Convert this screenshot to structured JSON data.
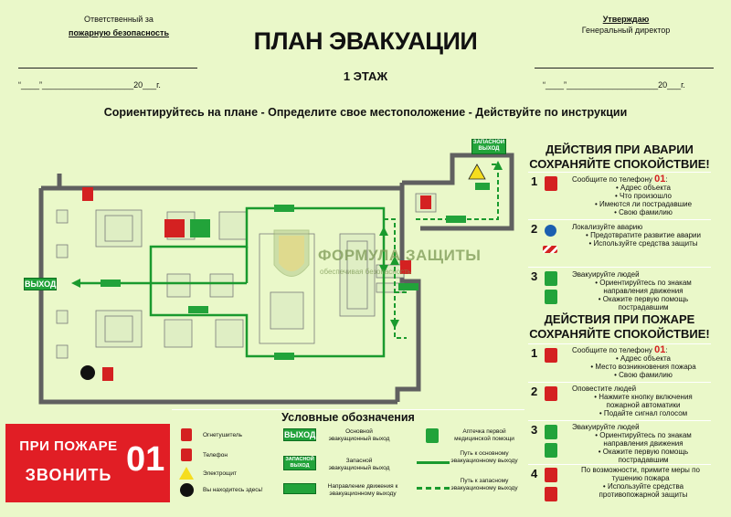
{
  "header": {
    "left_title_1": "Ответственный за",
    "left_title_2": "пожарную безопасность",
    "right_title_1": "Утверждаю",
    "right_title_2": "Генеральный директор",
    "date_line": "“____”____________________20___г.",
    "main_title": "ПЛАН ЭВАКУАЦИИ",
    "floor": "1 ЭТАЖ",
    "instructions": "Сориентируйтесь на плане  -  Определите свое местоположение  -  Действуйте по инструкции"
  },
  "plan": {
    "exit_main": "ВЫХОД",
    "exit_spare": "ЗАПАСНОЙ ВЫХОД",
    "watermark_name": "ФОРМУЛА ЗАЩИТЫ",
    "watermark_sub": "обеспечивая безопасность"
  },
  "legend": {
    "title": "Условные обозначения",
    "extinguisher": "Огнетушитель",
    "phone": "Телефон",
    "electric": "Электрощит",
    "you_are_here": "Вы находитесь здесь!",
    "main_exit_box": "ВЫХОД",
    "main_exit": "Основной эвакуационный выход",
    "spare_exit_box": "ЗАПАСНОЙ ВЫХОД",
    "spare_exit": "Запасной эвакуационный выход",
    "direction": "Направление движения к эвакуационному выходу",
    "first_aid": "Аптечка первой медицинской помощи",
    "path_main": "Путь к основному эвакуационному выходу",
    "path_spare": "Путь к запасному эвакуационному выходу"
  },
  "fire_call": {
    "line1": "ПРИ ПОЖАРЕ",
    "line2": "ЗВОНИТЬ",
    "number": "01"
  },
  "accident": {
    "title1": "ДЕЙСТВИЯ ПРИ АВАРИИ",
    "title2": "СОХРАНЯЙТЕ СПОКОЙСТВИЕ!",
    "steps": [
      {
        "n": "1",
        "lead": "Сообщите по телефону",
        "num": "01",
        "items": [
          "Адрес объекта",
          "Что произошло",
          "Имеются ли пострадавшие",
          "Свою фамилию"
        ]
      },
      {
        "n": "2",
        "lead": "Локализуйте аварию",
        "items": [
          "Предотвратите развитие аварии",
          "Используйте средства защиты"
        ]
      },
      {
        "n": "3",
        "lead": "Эвакуируйте людей",
        "items": [
          "Ориентируйтесь по знакам направления движения",
          "Окажите первую помощь пострадавшим"
        ]
      }
    ]
  },
  "fire": {
    "title1": "ДЕЙСТВИЯ ПРИ ПОЖАРЕ",
    "title2": "СОХРАНЯЙТЕ СПОКОЙСТВИЕ!",
    "steps": [
      {
        "n": "1",
        "lead": "Сообщите по телефону",
        "num": "01",
        "items": [
          "Адрес объекта",
          "Место возникновения пожара",
          "Свою фамилию"
        ]
      },
      {
        "n": "2",
        "lead": "Оповестите людей",
        "items": [
          "Нажмите кнопку включения пожарной автоматики",
          "Подайте сигнал голосом"
        ]
      },
      {
        "n": "3",
        "lead": "Эвакуируйте людей",
        "items": [
          "Ориентируйтесь по знакам направления движения",
          "Окажите первую помощь пострадавшим"
        ]
      },
      {
        "n": "4",
        "lead": "По возможности, примите меры по тушению пожара",
        "items": [
          "Используйте средства противопожарной защиты"
        ]
      }
    ]
  },
  "colors": {
    "background": "#eaf8c9",
    "route": "#1a9a2e",
    "wall": "#606060",
    "sign_red": "#d42121",
    "sign_green": "#22a33a"
  }
}
